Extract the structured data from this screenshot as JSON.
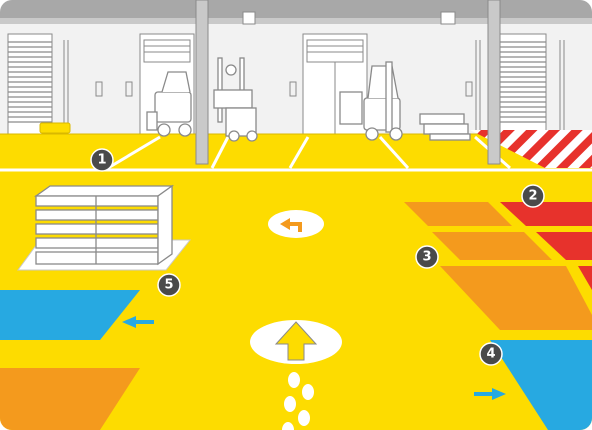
{
  "markers": [
    {
      "id": "marker-1",
      "label": "1"
    },
    {
      "id": "marker-2",
      "label": "2"
    },
    {
      "id": "marker-3",
      "label": "3"
    },
    {
      "id": "marker-4",
      "label": "4"
    },
    {
      "id": "marker-5",
      "label": "5"
    }
  ],
  "colors": {
    "floor": "#fddc00",
    "floor_line": "#ffffff",
    "wall": "#f2f2f2",
    "outline": "#8a8a8a",
    "roof": "#a8a8a8",
    "red_zone": "#e7322c",
    "orange_zone": "#f49a1d",
    "blue_zone": "#27a9e1",
    "marker_bg": "#4a4a4a",
    "hazard_red": "#e7322c"
  },
  "icons": [
    "forklift-icon",
    "pallet-stack-icon",
    "turn-arrow-icon",
    "straight-arrow-icon",
    "footprints-icon",
    "direction-arrow-icon",
    "roller-door-icon"
  ]
}
